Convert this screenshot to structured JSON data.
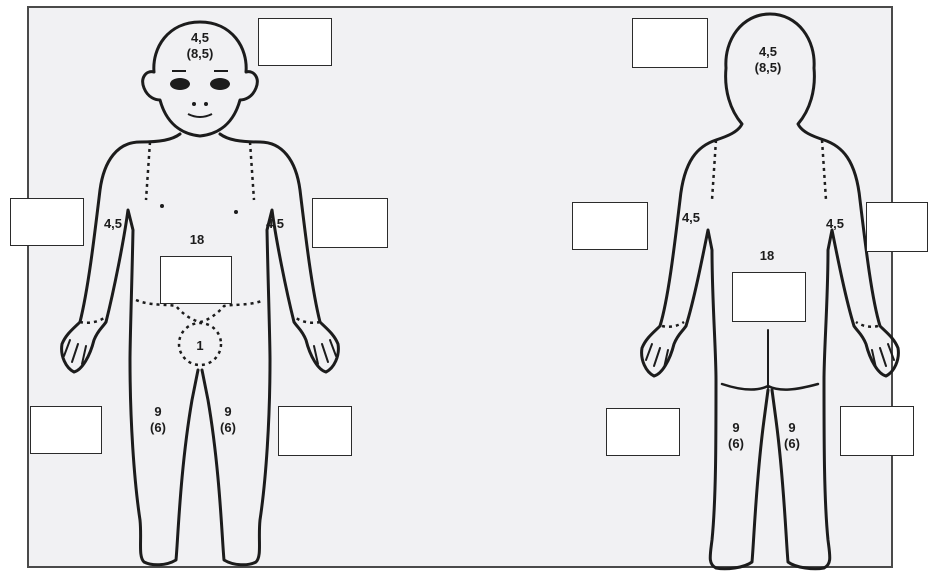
{
  "front": {
    "head": {
      "value": "4,5",
      "alt": "(8,5)"
    },
    "right_arm": "4,5",
    "left_arm": "4,5",
    "trunk": "18",
    "genitals": "1",
    "right_leg": {
      "value": "9",
      "alt": "(6)"
    },
    "left_leg": {
      "value": "9",
      "alt": "(6)"
    }
  },
  "back": {
    "head": {
      "value": "4,5",
      "alt": "(8,5)"
    },
    "left_arm": "4,5",
    "right_arm": "4,5",
    "trunk": "18",
    "left_leg": {
      "value": "9",
      "alt": "(6)"
    },
    "right_leg": {
      "value": "9",
      "alt": "(6)"
    }
  },
  "colors": {
    "paper": "#f1f1f3",
    "ink": "#1c1c1c",
    "box": "#ffffff"
  }
}
